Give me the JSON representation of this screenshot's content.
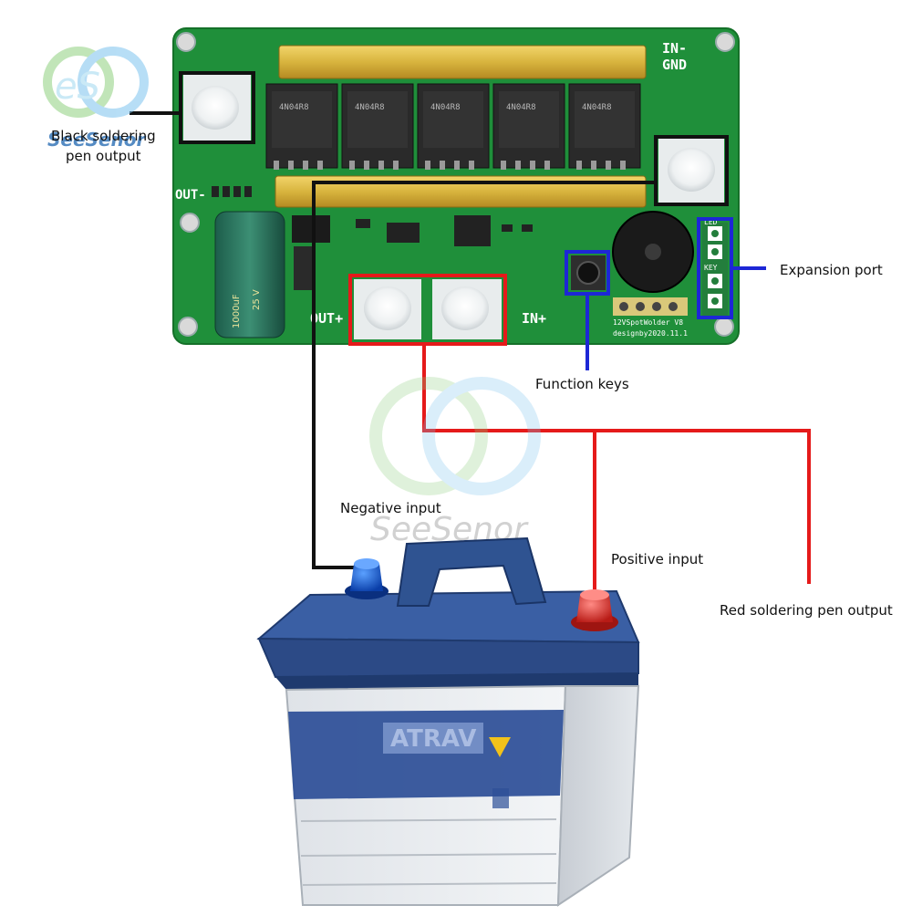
{
  "labels": {
    "black_pen_output_line1": "Black soldering",
    "black_pen_output_line2": "pen output",
    "expansion_port": "Expansion port",
    "function_keys": "Function keys",
    "negative_input": "Negative input",
    "positive_input": "Positive input",
    "red_pen_output": "Red soldering pen output"
  },
  "board": {
    "in_neg": "IN-",
    "gnd": "GND",
    "out_neg": "OUT-",
    "out_pos": "OUT+",
    "in_pos": "IN+",
    "mosfet_code": "4N04R8",
    "capacitor_text_1": "1000uF",
    "capacitor_text_2": "25 V",
    "header_led": "LED",
    "header_key": "KEY",
    "version_line1": "12VSpotWolder V8",
    "version_line2": "designby2020.11.1"
  },
  "watermark": {
    "brand_name": "SeeSenor",
    "logo_letters": "eS"
  },
  "battery": {
    "brand": "ATRAV"
  },
  "colors": {
    "black_wire": "#111111",
    "red_wire": "#e51a1a",
    "blue_marker": "#1d27d6",
    "pcb_green": "#1f8f3a",
    "battery_lid": "#2c4a86"
  }
}
